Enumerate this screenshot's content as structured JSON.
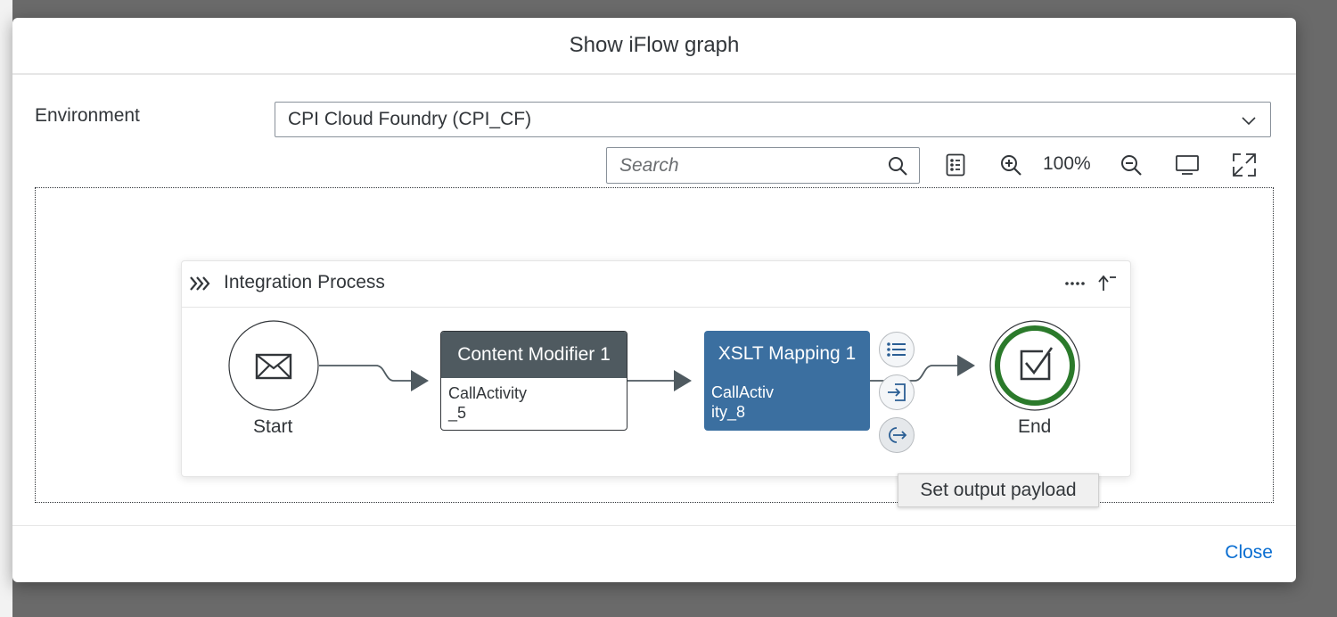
{
  "dialog": {
    "title": "Show iFlow graph",
    "close_label": "Close"
  },
  "environment": {
    "label": "Environment",
    "selected": "CPI Cloud Foundry (CPI_CF)"
  },
  "toolbar": {
    "search_placeholder": "Search",
    "zoom_level": "100%",
    "icons": [
      "search-icon",
      "legend-icon",
      "zoom-in-icon",
      "zoom-out-icon",
      "fit-screen-icon",
      "full-screen-icon"
    ]
  },
  "process": {
    "title": "Integration Process",
    "start_label": "Start",
    "end_label": "End",
    "steps": [
      {
        "title": "Content Modifier 1",
        "id": "CallActivity_5"
      },
      {
        "title": "XSLT Mapping 1",
        "id": "CallActivity_8"
      }
    ]
  },
  "tooltip": "Set output payload",
  "colors": {
    "accent": "#0a6ed1",
    "content_modifier": "#4f5a60",
    "xslt_mapping": "#3b6fa0",
    "end_ring": "#2b7a2b"
  }
}
